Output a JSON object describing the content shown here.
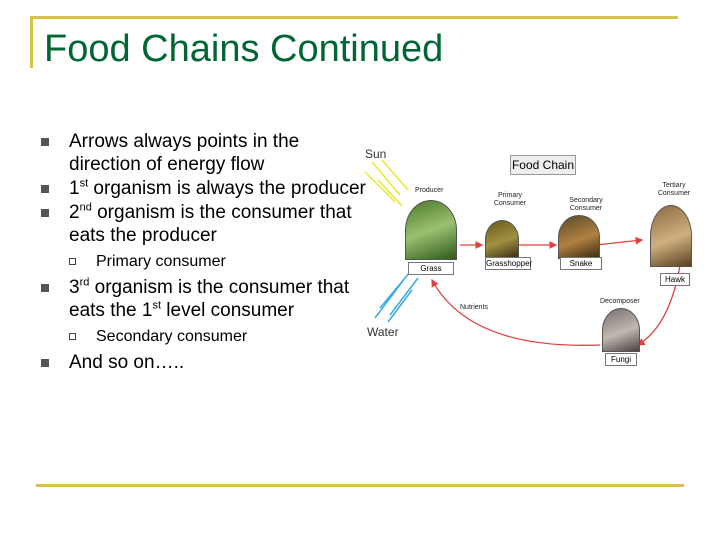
{
  "slide": {
    "title": "Food Chains Continued",
    "bullets": [
      {
        "text": "Arrows always points in the direction of energy flow"
      },
      {
        "pre": "1",
        "sup": "st",
        "post": " organism is always the producer"
      },
      {
        "pre": "2",
        "sup": "nd",
        "post": " organism is the consumer that eats the producer"
      },
      {
        "sub": "Primary consumer"
      },
      {
        "pre": "3",
        "sup": "rd",
        "post": " organism is the consumer that eats the 1",
        "sup2": "st",
        "post2": " level consumer"
      },
      {
        "sub": "Secondary consumer"
      },
      {
        "text": "And so on….."
      }
    ]
  },
  "diagram": {
    "sun": "Sun",
    "water": "Water",
    "title": "Food Chain",
    "producer": "Producer",
    "primary": "Primary Consumer",
    "secondary": "Secondary Consumer",
    "tertiary": "Tertiary Consumer",
    "grass": "Grass",
    "grasshopper": "Grasshopper",
    "snake": "Snake",
    "hawk": "Hawk",
    "decomposer": "Decomposer",
    "fungi": "Fungi",
    "nutrients": "Nutrients"
  },
  "colors": {
    "title": "#006633",
    "accent": "#d8c34a",
    "arrow": "#e04040",
    "sun_rays": "#e8e830",
    "water_rays": "#3aa8e8"
  }
}
